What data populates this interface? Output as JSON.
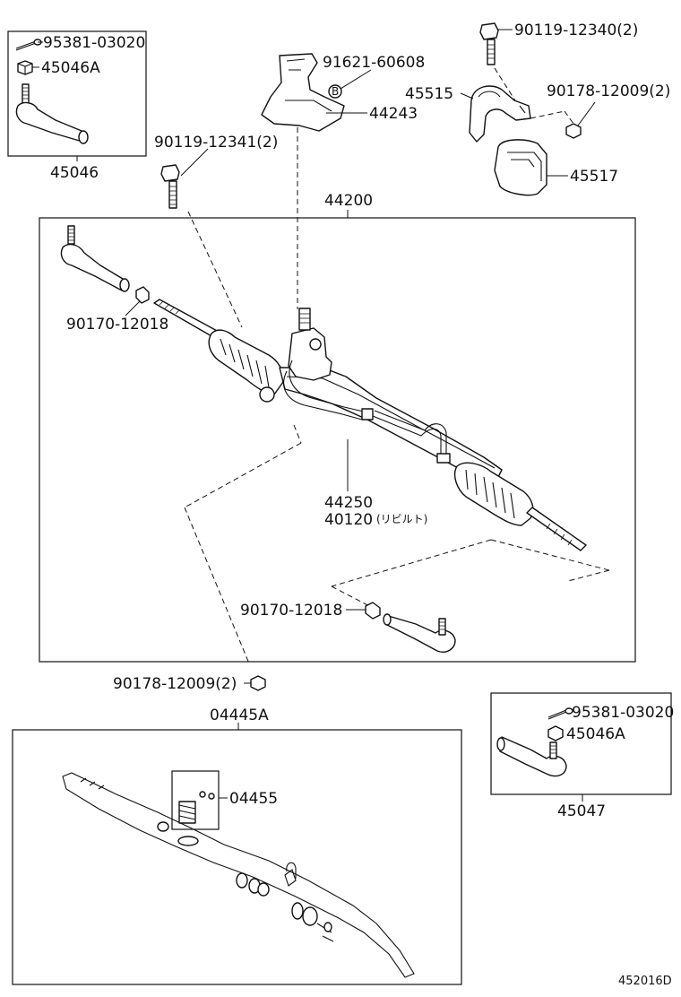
{
  "diagram": {
    "code": "452016D",
    "callouts": {
      "cotter_pin_left": "95381-03020",
      "nut_left": "45046A",
      "tie_rod_end_left": "45046",
      "bolt_top": "90119-12340(2)",
      "insulator": "91621-60608",
      "marker_b": "B",
      "bracket": "45515",
      "nut_top": "90178-12009(2)",
      "heat_shield": "44243",
      "bolt_left": "90119-12341(2)",
      "bushing": "45517",
      "gear_assembly": "44200",
      "lock_nut_left": "90170-12018",
      "rack_housing": "44250",
      "rebuilt_gear": "40120",
      "rebuilt_note": "(リビルト)",
      "lock_nut_right": "90170-12018",
      "nut_bottom": "90178-12009(2)",
      "gasket_kit": "04445A",
      "cotter_pin_right": "95381-03020",
      "nut_right": "45046A",
      "seal_kit": "04455",
      "tie_rod_end_right": "45047"
    }
  }
}
